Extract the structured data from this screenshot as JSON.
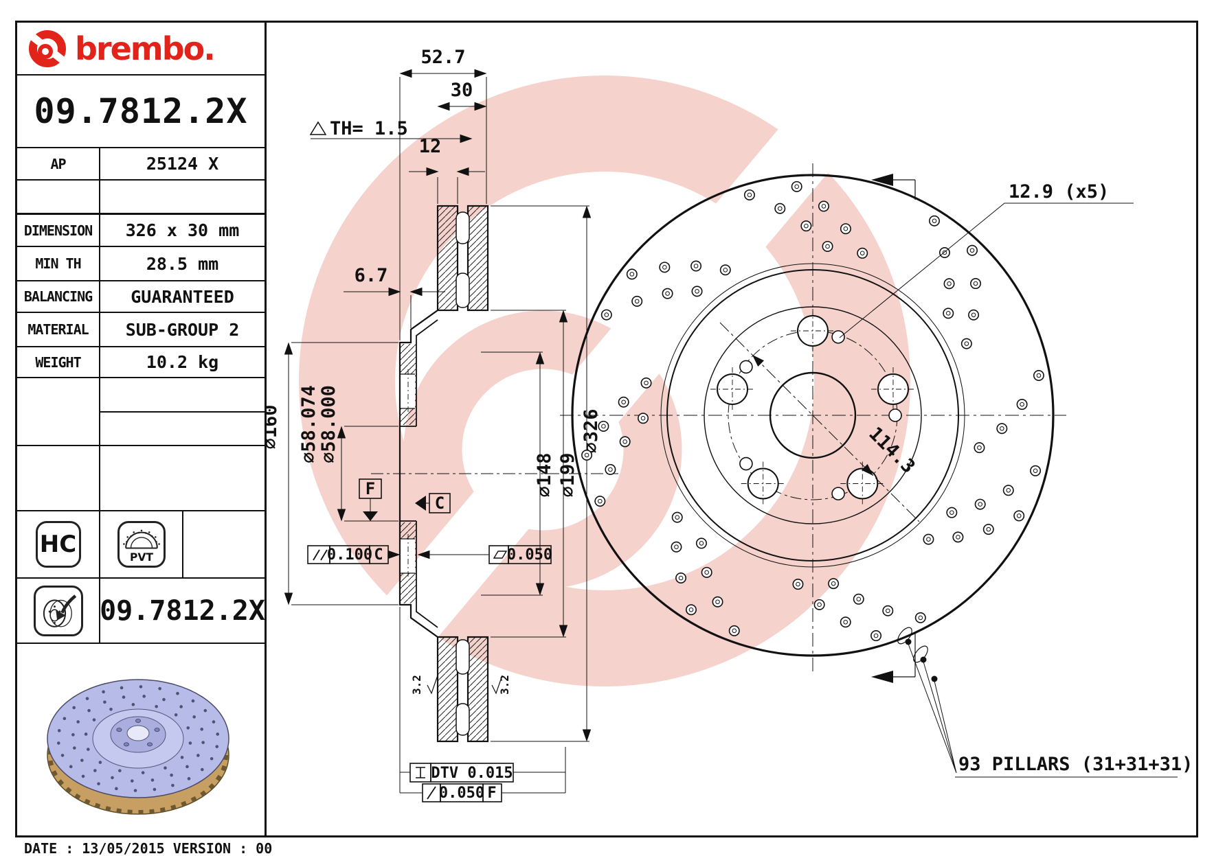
{
  "brand": {
    "wordmark": "brembo.",
    "accent_color": "#e2231a"
  },
  "title_block": {
    "part_number": "09.7812.2X",
    "rows": [
      {
        "label": "AP",
        "value": "25124 X"
      },
      {
        "label": "DIMENSION",
        "value": "326 x 30 mm"
      },
      {
        "label": "MIN TH",
        "value": "28.5 mm"
      },
      {
        "label": "BALANCING",
        "value": "GUARANTEED"
      },
      {
        "label": "MATERIAL",
        "value": "SUB-GROUP 2"
      },
      {
        "label": "WEIGHT",
        "value": "10.2 kg"
      }
    ],
    "badges": {
      "hc": "HC",
      "pvt": "PVT"
    },
    "footer_part_number": "09.7812.2X"
  },
  "footer": {
    "date_line": "DATE : 13/05/2015 VERSION : 00"
  },
  "section_view": {
    "dim_width": "52.7",
    "dim_thickness": "30",
    "dim_th": "TH= 1.5",
    "dim_plate": "12",
    "dim_offset": "6.7",
    "dim_hat": "∅160",
    "dim_bore_max": "∅58.074",
    "dim_bore_min": "∅58.000",
    "dim_d148": "∅148",
    "dim_d199": "∅199",
    "dim_d326": "∅326",
    "datum_f": "F",
    "datum_c": "C",
    "tol_parallel_value": "0.100",
    "tol_parallel_datum": "C",
    "tol_flat_value": "0.050",
    "tol_dtv": "DTV 0.015",
    "tol_runout_value": "0.050",
    "tol_runout_datum": "F",
    "finish_left": "3.2",
    "finish_right": "3.2"
  },
  "front_view": {
    "dim_holes": "12.9 (x5)",
    "dim_bcd": "114.3",
    "pillars_note": "93 PILLARS (31+31+31)"
  }
}
